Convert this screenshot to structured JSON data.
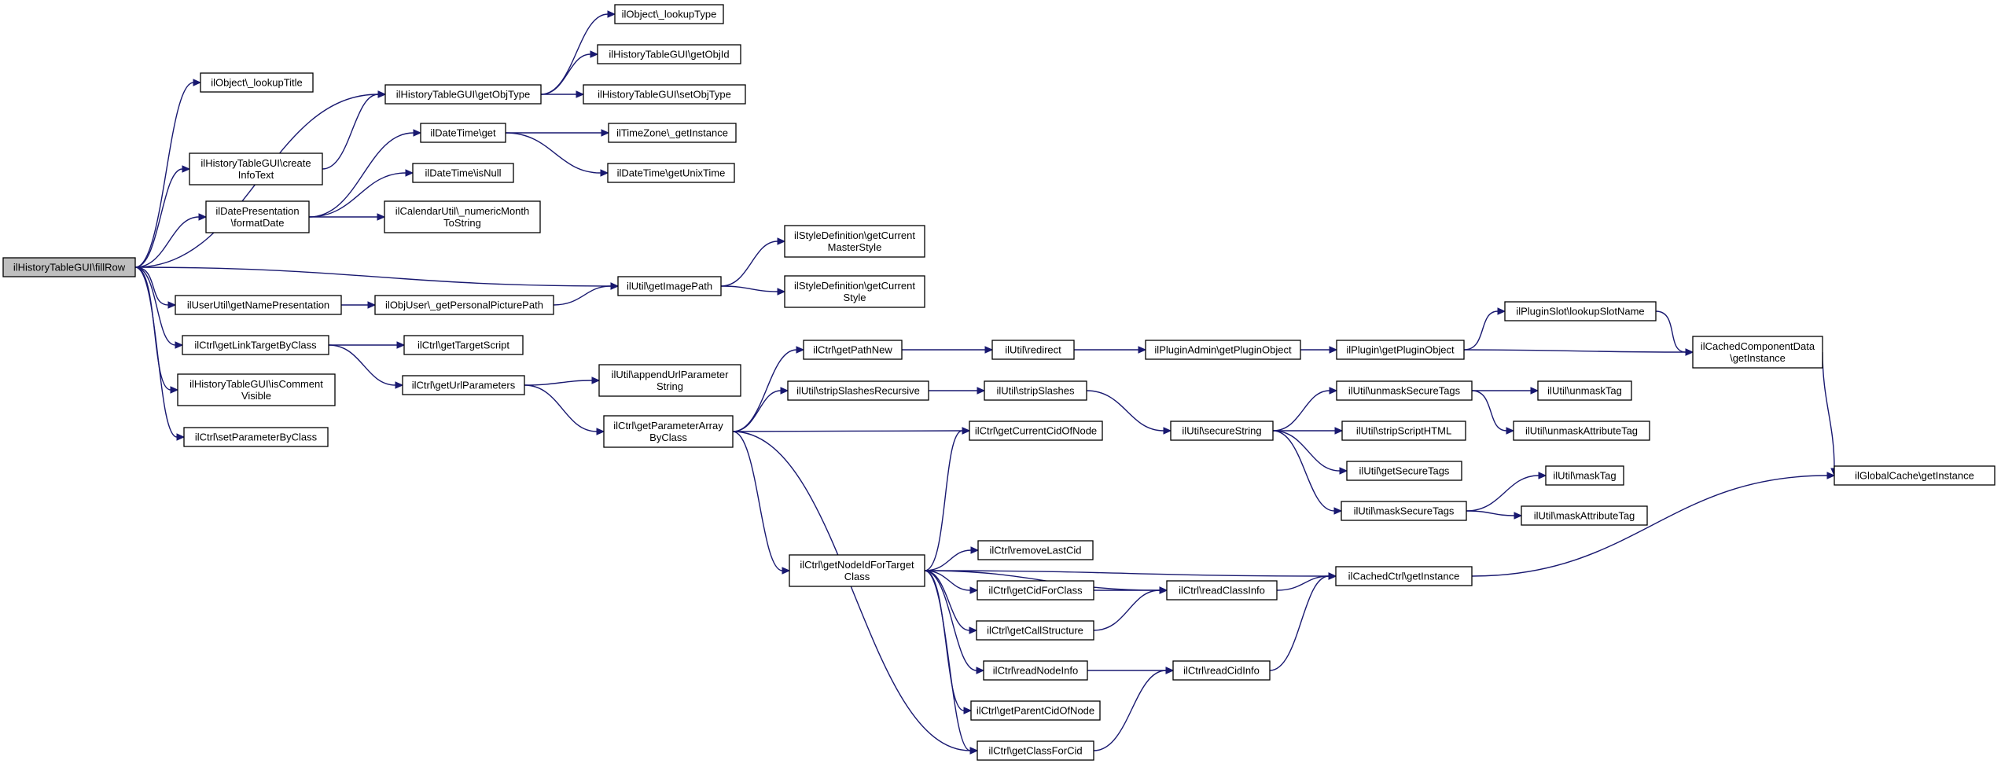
{
  "nodes": [
    {
      "id": "root",
      "lines": [
        "ilHistoryTableGUI\\fillRow"
      ],
      "root": true
    },
    {
      "id": "lookupTitle",
      "lines": [
        "ilObject\\_lookupTitle"
      ]
    },
    {
      "id": "getObjType",
      "lines": [
        "ilHistoryTableGUI\\getObjType"
      ]
    },
    {
      "id": "lookupType",
      "lines": [
        "ilObject\\_lookupType"
      ]
    },
    {
      "id": "getObjId",
      "lines": [
        "ilHistoryTableGUI\\getObjId"
      ]
    },
    {
      "id": "setObjType",
      "lines": [
        "ilHistoryTableGUI\\setObjType"
      ]
    },
    {
      "id": "createInfoText",
      "lines": [
        "ilHistoryTableGUI\\create",
        "InfoText"
      ]
    },
    {
      "id": "dtGet",
      "lines": [
        "ilDateTime\\get"
      ]
    },
    {
      "id": "tzGetInstance",
      "lines": [
        "ilTimeZone\\_getInstance"
      ]
    },
    {
      "id": "getUnixTime",
      "lines": [
        "ilDateTime\\getUnixTime"
      ]
    },
    {
      "id": "isNull",
      "lines": [
        "ilDateTime\\isNull"
      ]
    },
    {
      "id": "formatDate",
      "lines": [
        "ilDatePresentation",
        "\\formatDate"
      ]
    },
    {
      "id": "numericMonth",
      "lines": [
        "ilCalendarUtil\\_numericMonth",
        "ToString"
      ]
    },
    {
      "id": "getCurrentMasterStyle",
      "lines": [
        "ilStyleDefinition\\getCurrent",
        "MasterStyle"
      ]
    },
    {
      "id": "getImagePath",
      "lines": [
        "ilUtil\\getImagePath"
      ]
    },
    {
      "id": "getCurrentStyle",
      "lines": [
        "ilStyleDefinition\\getCurrent",
        "Style"
      ]
    },
    {
      "id": "getNamePresentation",
      "lines": [
        "ilUserUtil\\getNamePresentation"
      ]
    },
    {
      "id": "personalPicturePath",
      "lines": [
        "ilObjUser\\_getPersonalPicturePath"
      ]
    },
    {
      "id": "getLinkTargetByClass",
      "lines": [
        "ilCtrl\\getLinkTargetByClass"
      ]
    },
    {
      "id": "getTargetScript",
      "lines": [
        "ilCtrl\\getTargetScript"
      ]
    },
    {
      "id": "getUrlParameters",
      "lines": [
        "ilCtrl\\getUrlParameters"
      ]
    },
    {
      "id": "appendUrlParameterString",
      "lines": [
        "ilUtil\\appendUrlParameter",
        "String"
      ]
    },
    {
      "id": "isCommentVisible",
      "lines": [
        "ilHistoryTableGUI\\isComment",
        "Visible"
      ]
    },
    {
      "id": "setParameterByClass",
      "lines": [
        "ilCtrl\\setParameterByClass"
      ]
    },
    {
      "id": "getPathNew",
      "lines": [
        "ilCtrl\\getPathNew"
      ]
    },
    {
      "id": "redirect",
      "lines": [
        "ilUtil\\redirect"
      ]
    },
    {
      "id": "getPluginObjectAdmin",
      "lines": [
        "ilPluginAdmin\\getPluginObject"
      ]
    },
    {
      "id": "getPluginObject",
      "lines": [
        "ilPlugin\\getPluginObject"
      ]
    },
    {
      "id": "lookupSlotName",
      "lines": [
        "ilPluginSlot\\lookupSlotName"
      ]
    },
    {
      "id": "cachedComponentData",
      "lines": [
        "ilCachedComponentData",
        "\\getInstance"
      ]
    },
    {
      "id": "globalCache",
      "lines": [
        "ilGlobalCache\\getInstance"
      ]
    },
    {
      "id": "stripSlashesRecursive",
      "lines": [
        "ilUtil\\stripSlashesRecursive"
      ]
    },
    {
      "id": "stripSlashes",
      "lines": [
        "ilUtil\\stripSlashes"
      ]
    },
    {
      "id": "getParameterArrayByClass",
      "lines": [
        "ilCtrl\\getParameterArray",
        "ByClass"
      ]
    },
    {
      "id": "getCurrentCidOfNode",
      "lines": [
        "ilCtrl\\getCurrentCidOfNode"
      ]
    },
    {
      "id": "secureString",
      "lines": [
        "ilUtil\\secureString"
      ]
    },
    {
      "id": "unmaskSecureTags",
      "lines": [
        "ilUtil\\unmaskSecureTags"
      ]
    },
    {
      "id": "unmaskTag",
      "lines": [
        "ilUtil\\unmaskTag"
      ]
    },
    {
      "id": "unmaskAttributeTag",
      "lines": [
        "ilUtil\\unmaskAttributeTag"
      ]
    },
    {
      "id": "stripScriptHTML",
      "lines": [
        "ilUtil\\stripScriptHTML"
      ]
    },
    {
      "id": "getSecureTags",
      "lines": [
        "ilUtil\\getSecureTags"
      ]
    },
    {
      "id": "maskSecureTags",
      "lines": [
        "ilUtil\\maskSecureTags"
      ]
    },
    {
      "id": "maskTag",
      "lines": [
        "ilUtil\\maskTag"
      ]
    },
    {
      "id": "maskAttributeTag",
      "lines": [
        "ilUtil\\maskAttributeTag"
      ]
    },
    {
      "id": "getNodeIdForTargetClass",
      "lines": [
        "ilCtrl\\getNodeIdForTarget",
        "Class"
      ]
    },
    {
      "id": "removeLastCid",
      "lines": [
        "ilCtrl\\removeLastCid"
      ]
    },
    {
      "id": "getCidForClass",
      "lines": [
        "ilCtrl\\getCidForClass"
      ]
    },
    {
      "id": "readClassInfo",
      "lines": [
        "ilCtrl\\readClassInfo"
      ]
    },
    {
      "id": "cachedCtrl",
      "lines": [
        "ilCachedCtrl\\getInstance"
      ]
    },
    {
      "id": "getCallStructure",
      "lines": [
        "ilCtrl\\getCallStructure"
      ]
    },
    {
      "id": "readNodeInfo",
      "lines": [
        "ilCtrl\\readNodeInfo"
      ]
    },
    {
      "id": "readCidInfo",
      "lines": [
        "ilCtrl\\readCidInfo"
      ]
    },
    {
      "id": "getParentCidOfNode",
      "lines": [
        "ilCtrl\\getParentCidOfNode"
      ]
    },
    {
      "id": "getClassForCid",
      "lines": [
        "ilCtrl\\getClassForCid"
      ]
    }
  ],
  "edges": [
    [
      "root",
      "lookupTitle"
    ],
    [
      "root",
      "getObjType"
    ],
    [
      "root",
      "createInfoText"
    ],
    [
      "root",
      "formatDate"
    ],
    [
      "root",
      "getImagePath"
    ],
    [
      "root",
      "getNamePresentation"
    ],
    [
      "root",
      "getLinkTargetByClass"
    ],
    [
      "root",
      "isCommentVisible"
    ],
    [
      "root",
      "setParameterByClass"
    ],
    [
      "getObjType",
      "lookupType"
    ],
    [
      "getObjType",
      "getObjId"
    ],
    [
      "getObjType",
      "setObjType"
    ],
    [
      "createInfoText",
      "getObjType"
    ],
    [
      "formatDate",
      "dtGet"
    ],
    [
      "formatDate",
      "isNull"
    ],
    [
      "formatDate",
      "numericMonth"
    ],
    [
      "dtGet",
      "tzGetInstance"
    ],
    [
      "dtGet",
      "getUnixTime"
    ],
    [
      "getImagePath",
      "getCurrentMasterStyle"
    ],
    [
      "getImagePath",
      "getCurrentStyle"
    ],
    [
      "getNamePresentation",
      "personalPicturePath"
    ],
    [
      "personalPicturePath",
      "getImagePath"
    ],
    [
      "getLinkTargetByClass",
      "getTargetScript"
    ],
    [
      "getLinkTargetByClass",
      "getUrlParameters"
    ],
    [
      "getUrlParameters",
      "appendUrlParameterString"
    ],
    [
      "getUrlParameters",
      "getParameterArrayByClass"
    ],
    [
      "getParameterArrayByClass",
      "getPathNew"
    ],
    [
      "getParameterArrayByClass",
      "stripSlashesRecursive"
    ],
    [
      "getParameterArrayByClass",
      "getCurrentCidOfNode"
    ],
    [
      "getParameterArrayByClass",
      "getNodeIdForTargetClass"
    ],
    [
      "getParameterArrayByClass",
      "getClassForCid"
    ],
    [
      "getPathNew",
      "redirect"
    ],
    [
      "redirect",
      "getPluginObjectAdmin"
    ],
    [
      "getPluginObjectAdmin",
      "getPluginObject"
    ],
    [
      "getPluginObject",
      "lookupSlotName"
    ],
    [
      "getPluginObject",
      "cachedComponentData"
    ],
    [
      "lookupSlotName",
      "cachedComponentData"
    ],
    [
      "cachedComponentData",
      "globalCache"
    ],
    [
      "stripSlashesRecursive",
      "stripSlashes"
    ],
    [
      "stripSlashes",
      "secureString"
    ],
    [
      "secureString",
      "unmaskSecureTags"
    ],
    [
      "secureString",
      "stripScriptHTML"
    ],
    [
      "secureString",
      "getSecureTags"
    ],
    [
      "secureString",
      "maskSecureTags"
    ],
    [
      "unmaskSecureTags",
      "unmaskTag"
    ],
    [
      "unmaskSecureTags",
      "unmaskAttributeTag"
    ],
    [
      "maskSecureTags",
      "maskTag"
    ],
    [
      "maskSecureTags",
      "maskAttributeTag"
    ],
    [
      "getNodeIdForTargetClass",
      "getCurrentCidOfNode"
    ],
    [
      "getNodeIdForTargetClass",
      "removeLastCid"
    ],
    [
      "getNodeIdForTargetClass",
      "getCidForClass"
    ],
    [
      "getNodeIdForTargetClass",
      "getCallStructure"
    ],
    [
      "getNodeIdForTargetClass",
      "readNodeInfo"
    ],
    [
      "getNodeIdForTargetClass",
      "getParentCidOfNode"
    ],
    [
      "getNodeIdForTargetClass",
      "getClassForCid"
    ],
    [
      "getNodeIdForTargetClass",
      "readClassInfo"
    ],
    [
      "getNodeIdForTargetClass",
      "cachedCtrl"
    ],
    [
      "getCidForClass",
      "readClassInfo"
    ],
    [
      "getCallStructure",
      "readClassInfo"
    ],
    [
      "readClassInfo",
      "cachedCtrl"
    ],
    [
      "readNodeInfo",
      "readCidInfo"
    ],
    [
      "readCidInfo",
      "cachedCtrl"
    ],
    [
      "getClassForCid",
      "readCidInfo"
    ],
    [
      "cachedCtrl",
      "globalCache"
    ]
  ]
}
